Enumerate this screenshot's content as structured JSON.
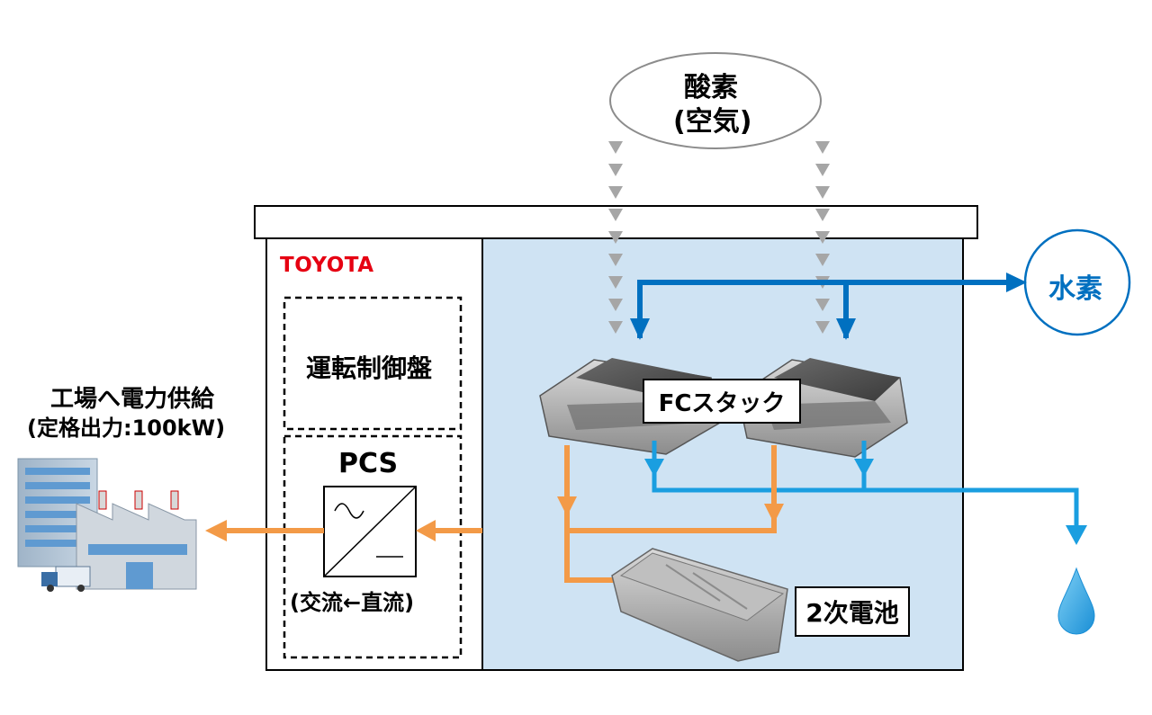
{
  "oxygen": {
    "line1": "酸素",
    "line2": "(空気)"
  },
  "hydrogen": {
    "label": "水素"
  },
  "brand": {
    "logo_text": "TOYOTA",
    "color": "#e60012"
  },
  "control_panel": {
    "label": "運転制御盤"
  },
  "pcs": {
    "title": "PCS",
    "caption": "(交流←直流)"
  },
  "fc_stack": {
    "label": "FCスタック"
  },
  "battery": {
    "label": "2次電池"
  },
  "factory": {
    "line1": "工場へ電力供給",
    "line2": "(定格出力:100kW)"
  },
  "colors": {
    "hydrogen_flow": "#0070c0",
    "water_flow": "#1a9ee0",
    "power_flow": "#f39a47",
    "oxygen_flow": "#a6a6a6",
    "unit_fill": "#cfe3f3"
  },
  "icons": [
    "factory-icon",
    "truck-icon",
    "water-drop-icon",
    "fuel-cell-stack-icon",
    "battery-pack-icon",
    "pcs-inverter-icon"
  ]
}
